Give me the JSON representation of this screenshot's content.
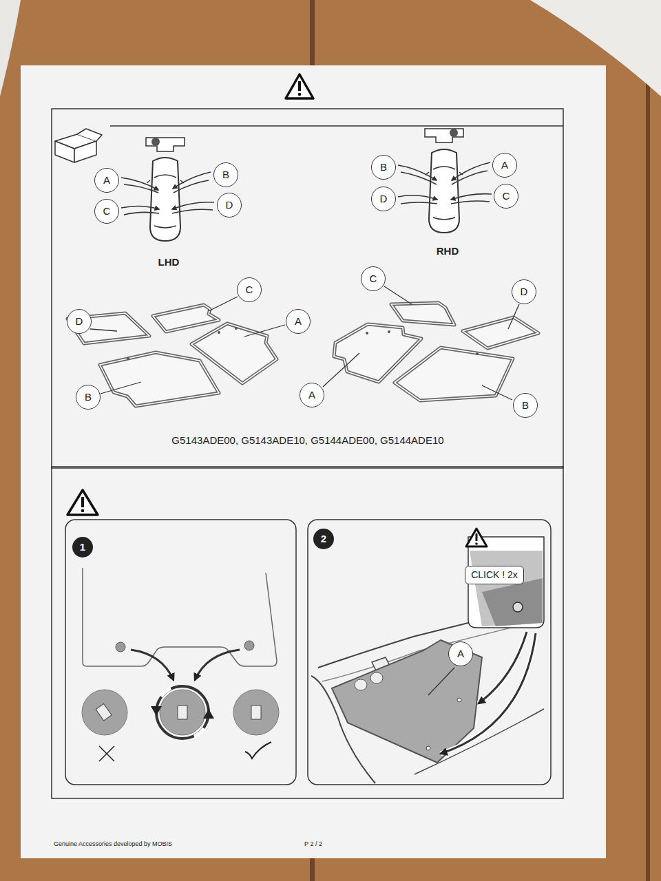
{
  "diagram": {
    "nodes": [
      {
        "text": [
          "A"
        ]
      },
      {
        "text": [
          "B"
        ]
      },
      {
        "text": [
          "C"
        ]
      },
      {
        "text": [
          "D"
        ]
      },
      {
        "text": [
          "B"
        ]
      },
      {
        "text": [
          "A"
        ]
      },
      {
        "text": [
          "D"
        ]
      },
      {
        "text": [
          "C"
        ]
      },
      {
        "text": [
          "C"
        ]
      },
      {
        "text": [
          "D"
        ]
      },
      {
        "text": [
          "A"
        ]
      },
      {
        "text": [
          "B"
        ]
      },
      {
        "text": [
          "C"
        ]
      },
      {
        "text": [
          "D"
        ]
      },
      {
        "text": [
          "A"
        ]
      },
      {
        "text": [
          "B"
        ]
      },
      {
        "text": [
          "1"
        ]
      },
      {
        "text": [
          "2"
        ]
      },
      {
        "text": [
          "CLICK ! 2x"
        ]
      },
      {
        "text": [
          "A"
        ]
      }
    ],
    "labels": [
      "LHD",
      "RHD",
      "G5143ADE00, G5143ADE10, G5144ADE00, G5144ADE10",
      "Genuine Accessories developed by MOBIS",
      "P 2 / 2"
    ]
  }
}
